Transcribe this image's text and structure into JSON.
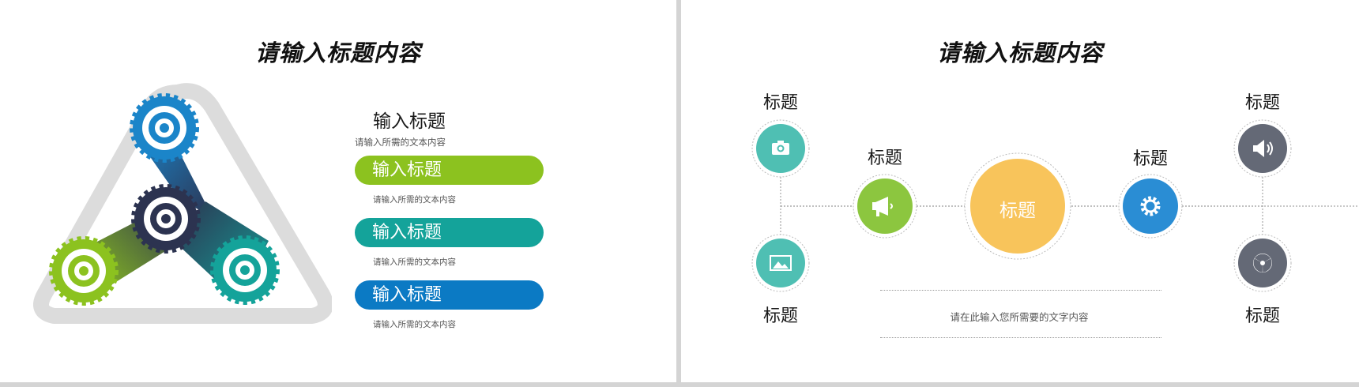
{
  "left_slide": {
    "title": "请输入标题内容",
    "main_heading": "输入标题",
    "main_desc": "请输入所需的文本内容",
    "items": [
      {
        "label": "输入标题",
        "desc": "请输入所需的文本内容",
        "color": "#8cc21f"
      },
      {
        "label": "输入标题",
        "desc": "请输入所需的文本内容",
        "color": "#14a39a"
      },
      {
        "label": "输入标题",
        "desc": "请输入所需的文本内容",
        "color": "#0b7ac4"
      }
    ],
    "gear_colors": {
      "blue": "#1b85c9",
      "navy": "#2c3350",
      "green": "#8cc21f",
      "teal": "#14a39a",
      "frame": "#dcdcdc"
    }
  },
  "right_slide": {
    "title": "请输入标题内容",
    "center_label": "标题",
    "nodes": {
      "camera": {
        "label": "标题",
        "icon": "camera-icon",
        "color": "#4fbfb3"
      },
      "image": {
        "label": "标题",
        "icon": "image-icon",
        "color": "#4fbfb3"
      },
      "megaphone": {
        "label": "标题",
        "icon": "megaphone-icon",
        "color": "#8cc63f"
      },
      "settings": {
        "label": "标题",
        "icon": "gear-icon",
        "color": "#2a8dd4"
      },
      "speaker": {
        "label": "标题",
        "icon": "speaker-icon",
        "color": "#646976"
      },
      "radiation": {
        "label": "标题",
        "icon": "radiation-icon",
        "color": "#646976"
      }
    },
    "center_color": "#f8c45b",
    "description": "请在此输入您所需要的文字内容"
  }
}
